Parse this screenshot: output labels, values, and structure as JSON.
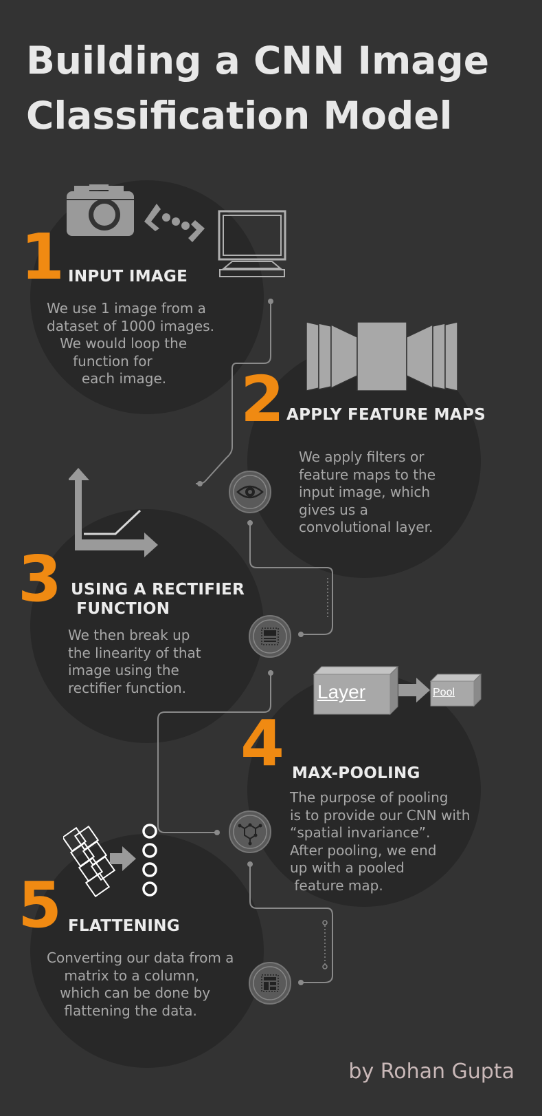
{
  "title": {
    "line1": "Building a CNN Image",
    "line2": "Classification Model"
  },
  "steps": [
    {
      "number": "1",
      "heading": "INPUT IMAGE",
      "body": "We use 1 image from a\ndataset of 1000 images.\n   We would loop the\n      function for\n        each image.",
      "icons": [
        "camera-icon",
        "arrows-icon",
        "monitor-icon"
      ]
    },
    {
      "number": "2",
      "heading": "APPLY FEATURE MAPS",
      "body": "We apply filters or\nfeature maps to the\ninput image, which\ngives us a\nconvolutional layer.",
      "icons": [
        "feature-maps-icon"
      ]
    },
    {
      "number": "3",
      "heading_line1": "USING A RECTIFIER",
      "heading_line2": " FUNCTION",
      "body": "We then break up\nthe linearity of that\nimage using the\nrectifier function.",
      "icons": [
        "rectifier-graph-icon"
      ]
    },
    {
      "number": "4",
      "heading": "MAX-POOLING",
      "body": "The purpose of pooling\nis to provide our CNN with\n“spatial invariance”.\nAfter pooling, we end\nup with a pooled\n feature map.",
      "layer_label": "Layer",
      "pool_label": "Pool",
      "icons": [
        "layer-box-icon",
        "pool-box-icon"
      ]
    },
    {
      "number": "5",
      "heading": "FLATTENING",
      "body": "Converting our data from a\n    matrix to a column,\n   which can be done by\n    flattening the data.",
      "icons": [
        "matrix-to-column-icon"
      ]
    }
  ],
  "connector_nodes": [
    "eye-icon",
    "document-icon",
    "molecule-icon",
    "grid-icon"
  ],
  "author": "by Rohan Gupta",
  "colors": {
    "background": "#333333",
    "circle": "#282828",
    "accent": "#f08a12",
    "heading": "#ececec",
    "body_text": "#a8a8a8",
    "icon_gray": "#9a9a9a",
    "author": "#c9b8b8"
  }
}
